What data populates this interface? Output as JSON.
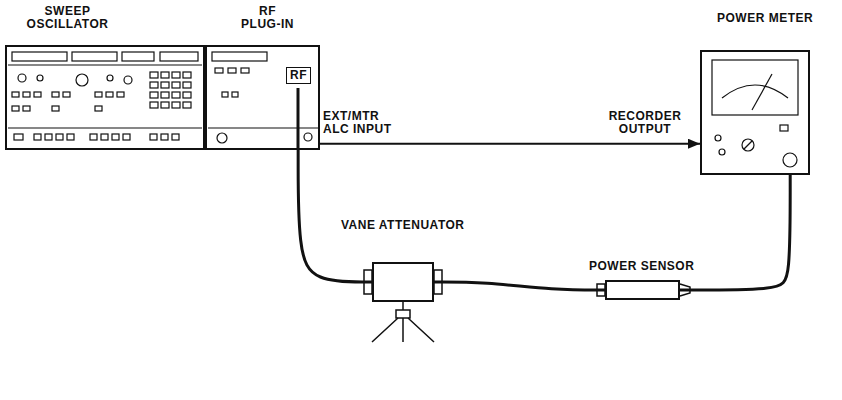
{
  "diagram": {
    "nodes": [
      {
        "text": [
          "SWEEP OSCILLATOR"
        ]
      },
      {
        "text": [
          "RF PLUG-IN",
          "RF"
        ]
      },
      {
        "text": [
          "POWER METER"
        ]
      },
      {
        "text": [
          "VANE ATTENUATOR"
        ]
      },
      {
        "text": [
          "POWER SENSOR"
        ]
      }
    ],
    "edges": [
      {
        "from": 1,
        "to": 2,
        "arrow": "to"
      },
      {
        "from": 1,
        "to": 3,
        "arrow": "none"
      },
      {
        "from": 3,
        "to": 4,
        "arrow": "none"
      },
      {
        "from": 4,
        "to": 2,
        "arrow": "none"
      }
    ],
    "labels": [
      "EXT/MTR ALC INPUT",
      "RECORDER OUTPUT"
    ]
  }
}
